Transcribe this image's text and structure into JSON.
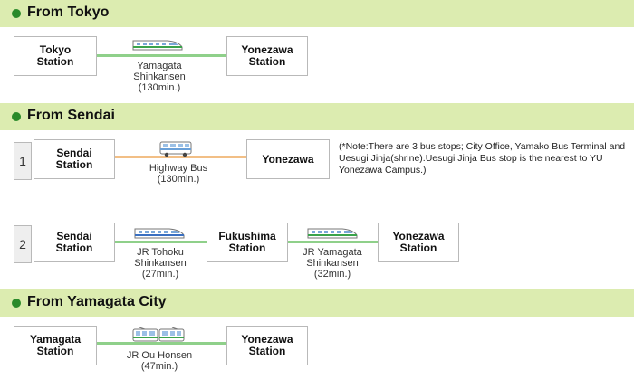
{
  "sections": {
    "tokyo": {
      "title": "From Tokyo",
      "origin": "Tokyo\nStation",
      "destination": "Yonezawa\nStation",
      "route": {
        "name": "Yamagata\nShinkansen",
        "time": "(130min.)"
      },
      "icon": "shinkansen-train-icon"
    },
    "sendai": {
      "title": "From Sendai",
      "option1": {
        "number": "1",
        "origin": "Sendai\nStation",
        "destination": "Yonezawa",
        "route": {
          "name": "Highway Bus",
          "time": "(130min.)"
        },
        "icon": "bus-icon",
        "note": "(*Note:There are 3 bus stops; City Office, Yamako Bus Terminal and Uesugi Jinja(shrine).Uesugi Jinja Bus stop is the nearest to YU Yonezawa Campus.)"
      },
      "option2": {
        "number": "2",
        "origin": "Sendai\nStation",
        "transfer": "Fukushima\nStation",
        "destination": "Yonezawa\nStation",
        "leg1": {
          "name": "JR Tohoku\nShinkansen",
          "time": "(27min.)"
        },
        "leg2": {
          "name": "JR Yamagata\nShinkansen",
          "time": "(32min.)"
        }
      }
    },
    "yamagata": {
      "title": "From Yamagata City",
      "origin": "Yamagata\nStation",
      "destination": "Yonezawa\nStation",
      "route": {
        "name": "JR Ou Honsen",
        "time": "(47min.)"
      },
      "icon": "local-train-icon"
    }
  },
  "colors": {
    "header_bg": "#dcecb0",
    "dot": "#2a8a2a",
    "train_line": "#8fd08a",
    "bus_line": "#f2bf86",
    "box_border": "#b9b9b9"
  }
}
